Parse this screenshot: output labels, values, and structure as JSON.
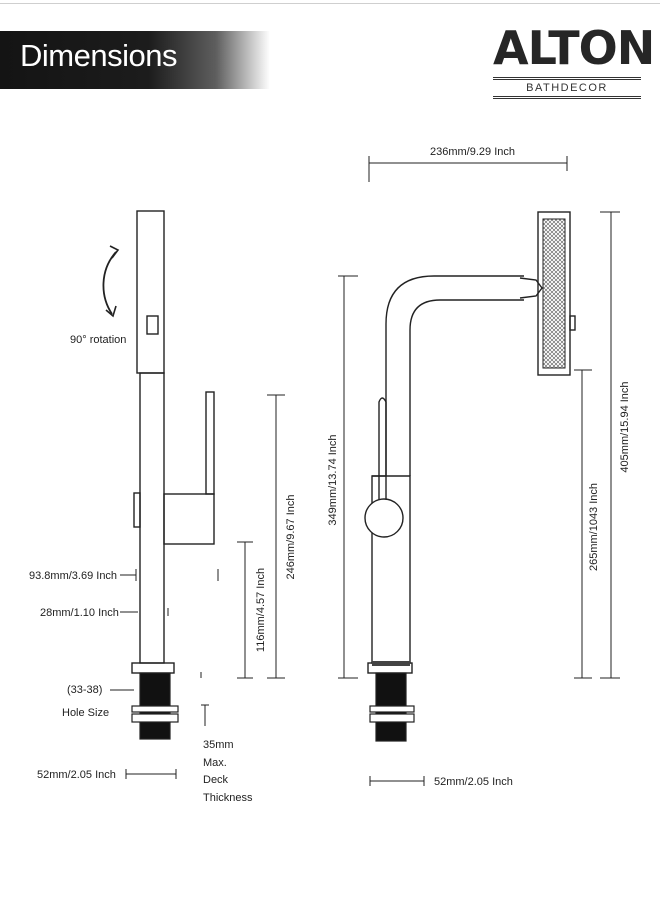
{
  "header": {
    "title": "Dimensions",
    "brand_name": "ALTON",
    "brand_tagline": "BATHDECOR"
  },
  "left_view": {
    "rotation_label": "90° rotation",
    "width_93": "93.8mm/3.69 Inch",
    "width_28": "28mm/1.10 Inch",
    "hole_size_line1": "(33-38)",
    "hole_size_line2": "Hole Size",
    "base_52": "52mm/2.05 Inch",
    "deck_line1": "35mm",
    "deck_line2": "Max.",
    "deck_line3": "Deck",
    "deck_line4": "Thickness",
    "height_246": "246mm/9.67 Inch",
    "height_116": "116mm/4.57 Inch"
  },
  "right_view": {
    "reach_236": "236mm/9.29 Inch",
    "height_349": "349mm/13.74 Inch",
    "height_265": "265mm/1043 Inch",
    "height_405": "405mm/15.94 Inch",
    "base_52": "52mm/2.05 Inch"
  }
}
